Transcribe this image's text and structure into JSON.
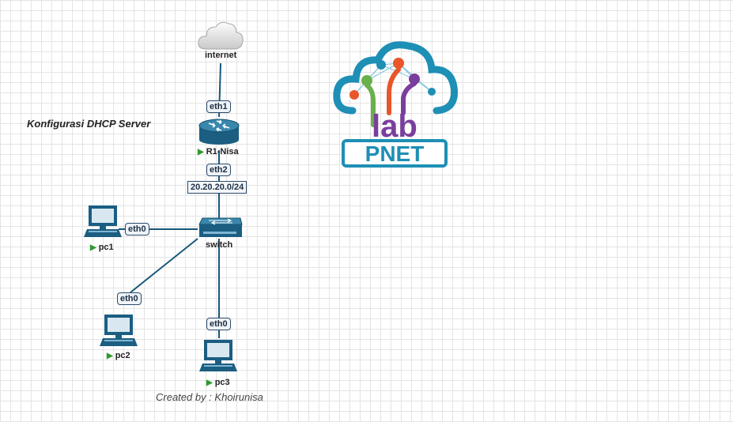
{
  "canvas": {
    "grid": true,
    "link_color": "#17577a"
  },
  "notes": {
    "title": "Konfigurasi DHCP Server",
    "credit": "Created by : Khoirunisa"
  },
  "nodes": {
    "internet": {
      "label": "internet",
      "icon": "cloud-icon"
    },
    "router": {
      "label": "R1-Nisa",
      "icon": "router-icon",
      "status": "running"
    },
    "switch": {
      "label": "switch",
      "icon": "switch-icon"
    },
    "pc1": {
      "label": "pc1",
      "icon": "pc-icon",
      "status": "running"
    },
    "pc2": {
      "label": "pc2",
      "icon": "pc-icon",
      "status": "running"
    },
    "pc3": {
      "label": "pc3",
      "icon": "pc-icon",
      "status": "running"
    }
  },
  "interfaces": {
    "router_up": "eth1",
    "router_down": "eth2",
    "pc1": "eth0",
    "pc2": "eth0",
    "pc3": "eth0"
  },
  "network": {
    "label": "20.20.20.0/24"
  },
  "logo": {
    "name": "PNET lab logo",
    "text_lab": "lab",
    "text_pnet": "PNET",
    "colors": {
      "cloud": "#1e8fb5",
      "lab_l1": "#6ab04c",
      "lab_l2": "#e8562a",
      "lab_l3": "#7a3e9d",
      "pnet": "#1e8fb5"
    }
  }
}
